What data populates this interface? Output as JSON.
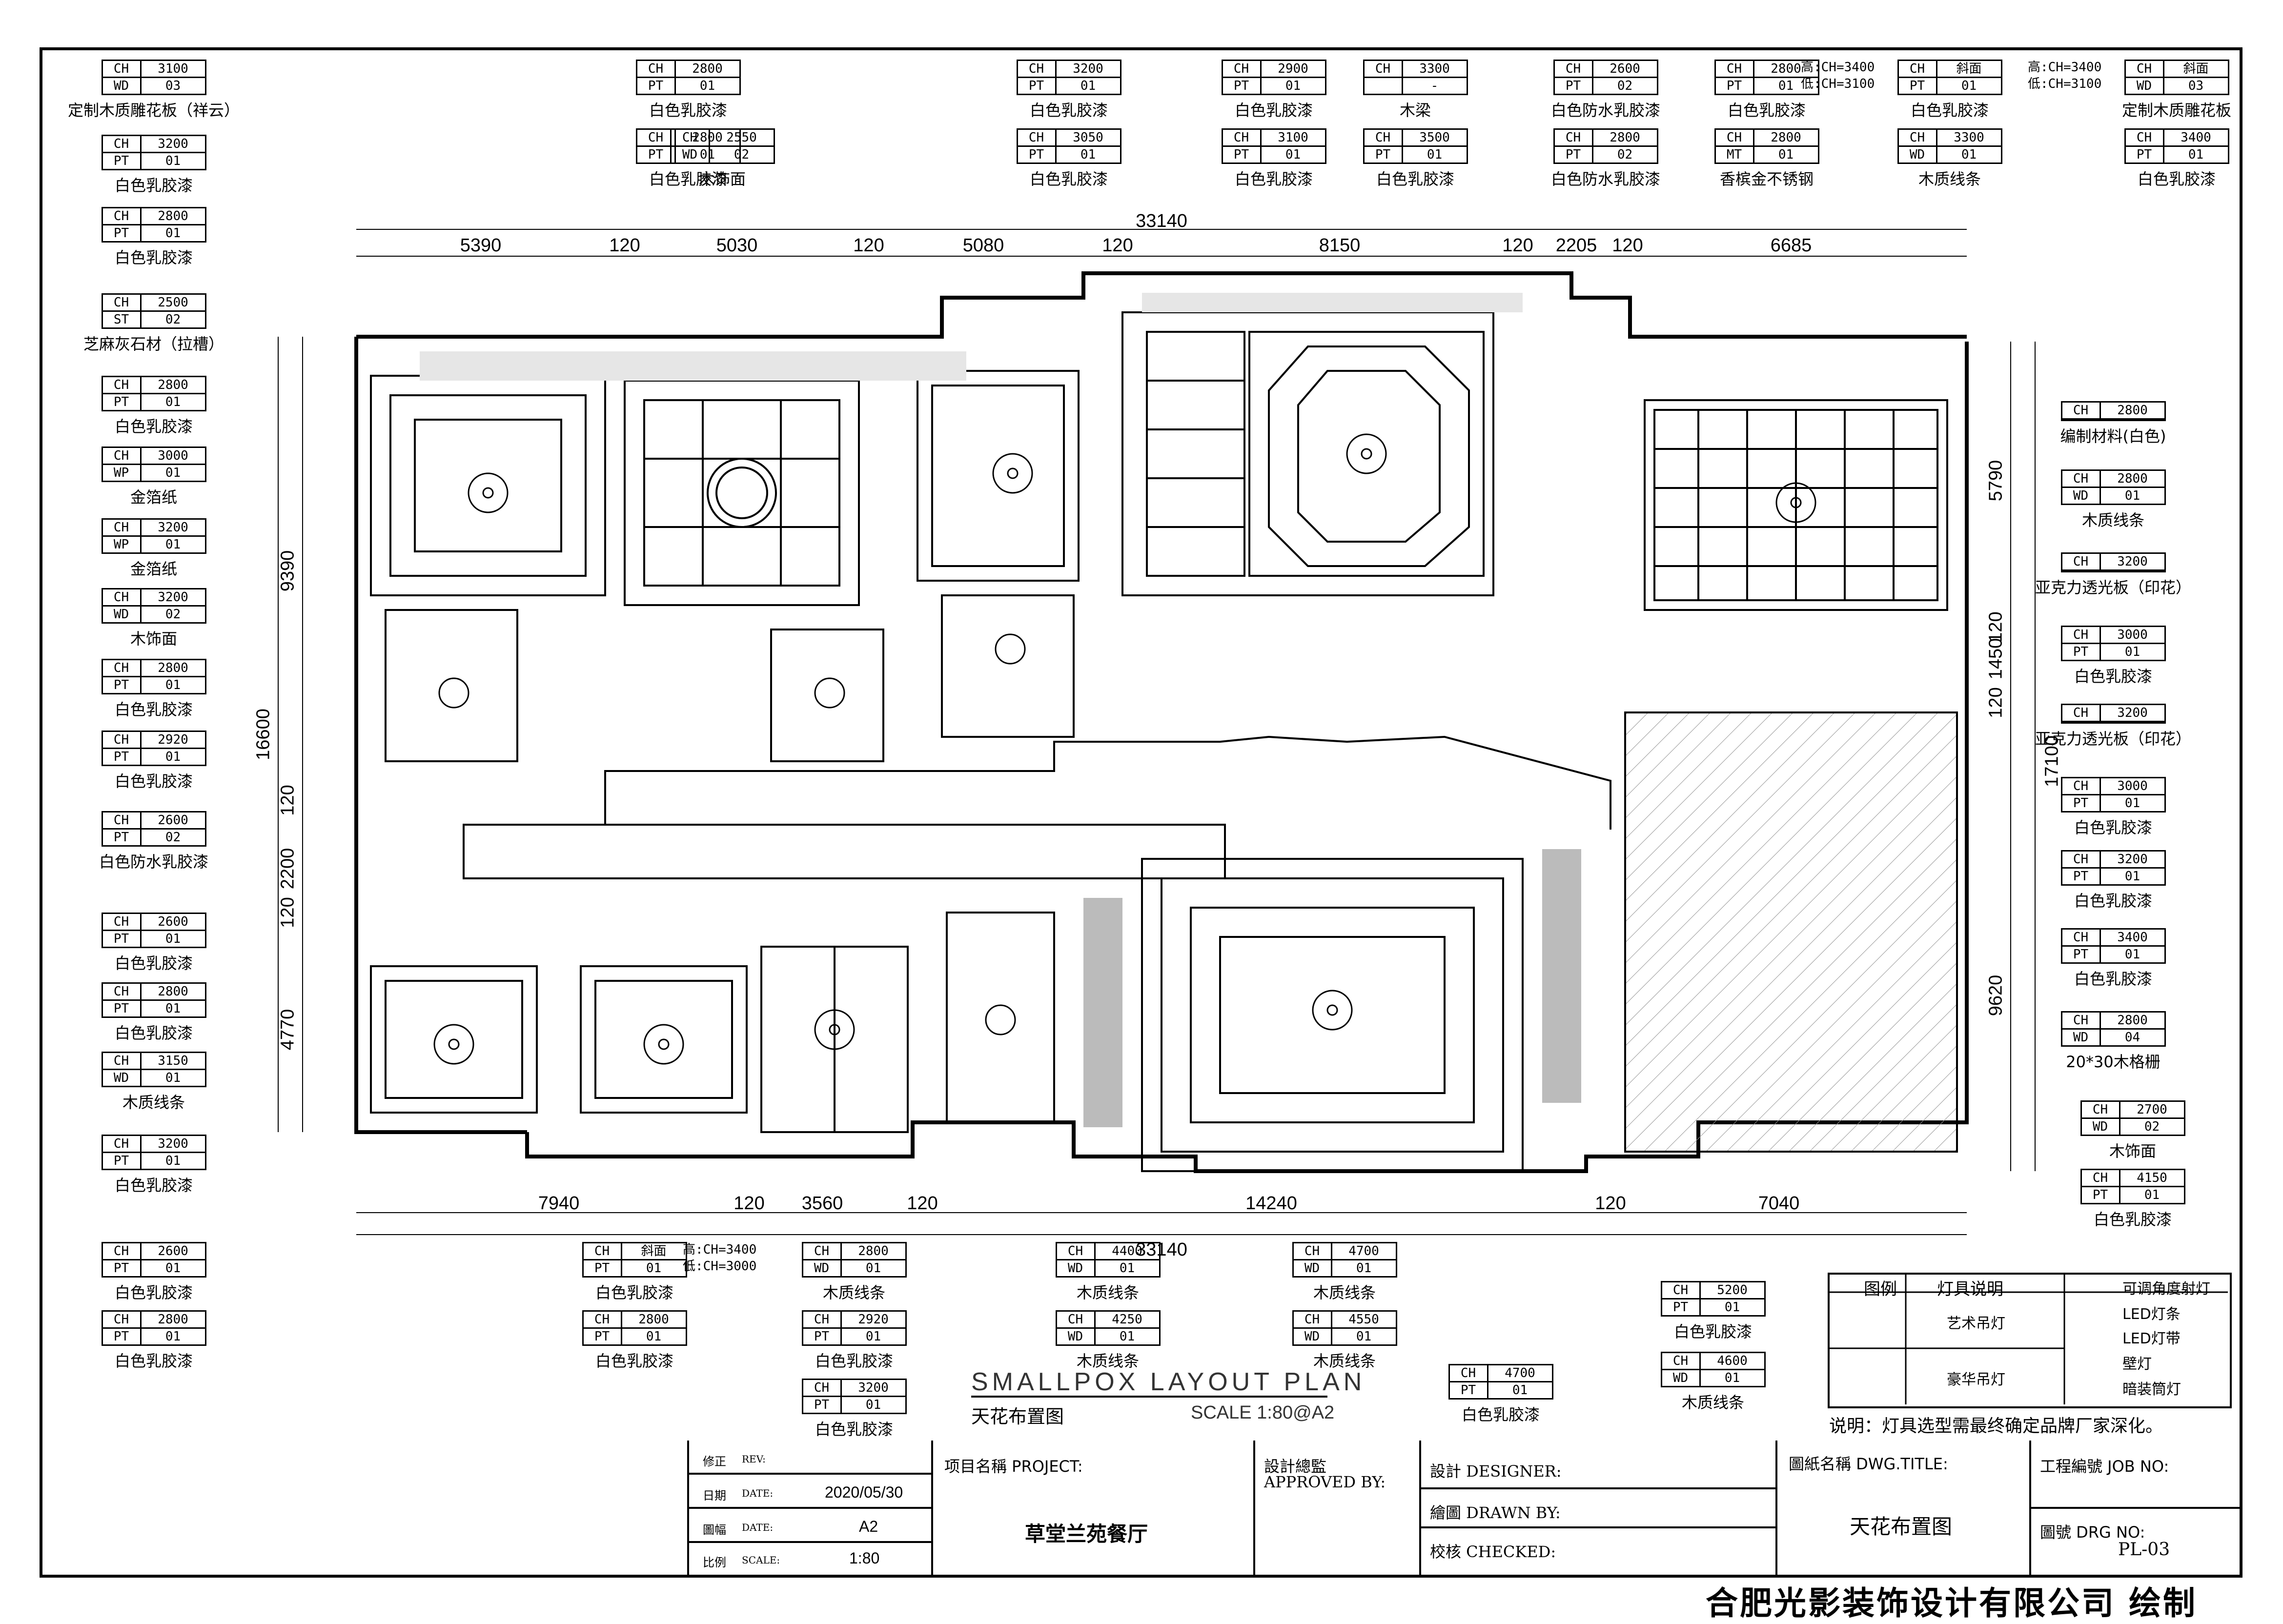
{
  "drawing": {
    "title_en": "SMALLPOX LAYOUT PLAN",
    "title_cn": "天花布置图",
    "scale": "SCALE 1:80@A2",
    "dimensions": {
      "top_total": "33140",
      "top_segments": [
        "5390",
        "120",
        "5030",
        "120",
        "5080",
        "120",
        "8150",
        "120",
        "2205",
        "120",
        "6685"
      ],
      "bottom_total": "33140",
      "bottom_segments": [
        "7940",
        "120",
        "3560",
        "120",
        "14240",
        "120",
        "7040"
      ],
      "left_total": "16600",
      "left_segments": [
        "9390",
        "120",
        "2200",
        "120",
        "4770"
      ],
      "right_total": "17100",
      "right_segments": [
        "5790",
        "120",
        "1450",
        "120",
        "9620"
      ]
    }
  },
  "tags": [
    {
      "r1": [
        "CH",
        "3100"
      ],
      "r2": [
        "WD",
        "03"
      ],
      "mat": "定制木质雕花板（祥云）"
    },
    {
      "r1": [
        "CH",
        "3200"
      ],
      "r2": [
        "PT",
        "01"
      ],
      "mat": "白色乳胶漆"
    },
    {
      "r1": [
        "CH",
        "2800"
      ],
      "r2": [
        "PT",
        "01"
      ],
      "mat": "白色乳胶漆"
    },
    {
      "r1": [
        "CH",
        "2500"
      ],
      "r2": [
        "ST",
        "02"
      ],
      "mat": "芝麻灰石材（拉槽）"
    },
    {
      "r1": [
        "CH",
        "2800"
      ],
      "r2": [
        "PT",
        "01"
      ],
      "mat": "白色乳胶漆"
    },
    {
      "r1": [
        "CH",
        "3000"
      ],
      "r2": [
        "WP",
        "01"
      ],
      "mat": "金箔纸"
    },
    {
      "r1": [
        "CH",
        "3200"
      ],
      "r2": [
        "WP",
        "01"
      ],
      "mat": "金箔纸"
    },
    {
      "r1": [
        "CH",
        "3200"
      ],
      "r2": [
        "WD",
        "02"
      ],
      "mat": "木饰面"
    },
    {
      "r1": [
        "CH",
        "2800"
      ],
      "r2": [
        "PT",
        "01"
      ],
      "mat": "白色乳胶漆"
    },
    {
      "r1": [
        "CH",
        "2920"
      ],
      "r2": [
        "PT",
        "01"
      ],
      "mat": "白色乳胶漆"
    },
    {
      "r1": [
        "CH",
        "2600"
      ],
      "r2": [
        "PT",
        "02"
      ],
      "mat": "白色防水乳胶漆"
    },
    {
      "r1": [
        "CH",
        "2600"
      ],
      "r2": [
        "PT",
        "01"
      ],
      "mat": "白色乳胶漆"
    },
    {
      "r1": [
        "CH",
        "2800"
      ],
      "r2": [
        "PT",
        "01"
      ],
      "mat": "白色乳胶漆"
    },
    {
      "r1": [
        "CH",
        "3150"
      ],
      "r2": [
        "WD",
        "01"
      ],
      "mat": "木质线条"
    },
    {
      "r1": [
        "CH",
        "3200"
      ],
      "r2": [
        "PT",
        "01"
      ],
      "mat": "白色乳胶漆"
    },
    {
      "r1": [
        "CH",
        "2600"
      ],
      "r2": [
        "PT",
        "01"
      ],
      "mat": "白色乳胶漆"
    },
    {
      "r1": [
        "CH",
        "2800"
      ],
      "r2": [
        "PT",
        "01"
      ],
      "mat": "白色乳胶漆"
    },
    {
      "r1": [
        "CH",
        "2800"
      ],
      "r2": [
        "PT",
        "01"
      ],
      "mat": "白色乳胶漆"
    },
    {
      "r1": [
        "CH",
        "2800"
      ],
      "r2": [
        "PT",
        "01"
      ],
      "mat": "白色乳胶漆"
    },
    {
      "r1": [
        "CH",
        "2550"
      ],
      "r2": [
        "WD",
        "02"
      ],
      "mat": "木饰面"
    },
    {
      "r1": [
        "CH",
        "3200"
      ],
      "r2": [
        "PT",
        "01"
      ],
      "mat": "白色乳胶漆"
    },
    {
      "r1": [
        "CH",
        "3050"
      ],
      "r2": [
        "PT",
        "01"
      ],
      "mat": "白色乳胶漆"
    },
    {
      "r1": [
        "CH",
        "2900"
      ],
      "r2": [
        "PT",
        "01"
      ],
      "mat": "白色乳胶漆"
    },
    {
      "r1": [
        "CH",
        "3100"
      ],
      "r2": [
        "PT",
        "01"
      ],
      "mat": "白色乳胶漆"
    },
    {
      "r1": [
        "CH",
        "3300"
      ],
      "r2": [
        "",
        "-"
      ],
      "mat": "木梁"
    },
    {
      "r1": [
        "CH",
        "3500"
      ],
      "r2": [
        "PT",
        "01"
      ],
      "mat": "白色乳胶漆"
    },
    {
      "r1": [
        "CH",
        "2600"
      ],
      "r2": [
        "PT",
        "02"
      ],
      "mat": "白色防水乳胶漆"
    },
    {
      "r1": [
        "CH",
        "2800"
      ],
      "r2": [
        "PT",
        "02"
      ],
      "mat": "白色防水乳胶漆"
    },
    {
      "r1": [
        "CH",
        "2800"
      ],
      "r2": [
        "PT",
        "01"
      ],
      "mat": "白色乳胶漆"
    },
    {
      "r1": [
        "CH",
        "2800"
      ],
      "r2": [
        "MT",
        "01"
      ],
      "mat": "香槟金不锈钢"
    },
    {
      "r1": [
        "CH",
        "斜面"
      ],
      "r2": [
        "PT",
        "01"
      ],
      "mat": "白色乳胶漆",
      "pre1": "高:CH=3400",
      "pre2": "低:CH=3100"
    },
    {
      "r1": [
        "CH",
        "3300"
      ],
      "r2": [
        "WD",
        "01"
      ],
      "mat": "木质线条"
    },
    {
      "r1": [
        "CH",
        "斜面"
      ],
      "r2": [
        "WD",
        "03"
      ],
      "mat": "定制木质雕花板",
      "pre1": "高:CH=3400",
      "pre2": "低:CH=3100"
    },
    {
      "r1": [
        "CH",
        "3400"
      ],
      "r2": [
        "PT",
        "01"
      ],
      "mat": "白色乳胶漆"
    },
    {
      "r1": [
        "CH",
        "2800"
      ],
      "r2": [
        "",
        ""
      ],
      "mat": "编制材料(白色)"
    },
    {
      "r1": [
        "CH",
        "2800"
      ],
      "r2": [
        "WD",
        "01"
      ],
      "mat": "木质线条"
    },
    {
      "r1": [
        "CH",
        "3200"
      ],
      "r2": [
        "",
        ""
      ],
      "mat": "亚克力透光板（印花）"
    },
    {
      "r1": [
        "CH",
        "3000"
      ],
      "r2": [
        "PT",
        "01"
      ],
      "mat": "白色乳胶漆"
    },
    {
      "r1": [
        "CH",
        "3200"
      ],
      "r2": [
        "",
        ""
      ],
      "mat": "亚克力透光板（印花）"
    },
    {
      "r1": [
        "CH",
        "3000"
      ],
      "r2": [
        "PT",
        "01"
      ],
      "mat": "白色乳胶漆"
    },
    {
      "r1": [
        "CH",
        "3200"
      ],
      "r2": [
        "PT",
        "01"
      ],
      "mat": "白色乳胶漆"
    },
    {
      "r1": [
        "CH",
        "3400"
      ],
      "r2": [
        "PT",
        "01"
      ],
      "mat": "白色乳胶漆"
    },
    {
      "r1": [
        "CH",
        "2800"
      ],
      "r2": [
        "WD",
        "04"
      ],
      "mat": "20*30木格栅"
    },
    {
      "r1": [
        "CH",
        "2700"
      ],
      "r2": [
        "WD",
        "02"
      ],
      "mat": "木饰面"
    },
    {
      "r1": [
        "CH",
        "4150"
      ],
      "r2": [
        "PT",
        "01"
      ],
      "mat": "白色乳胶漆"
    },
    {
      "r1": [
        "CH",
        "斜面"
      ],
      "r2": [
        "PT",
        "01"
      ],
      "mat": "白色乳胶漆",
      "post1": "高:CH=3400",
      "post2": "低:CH=3000"
    },
    {
      "r1": [
        "CH",
        "2800"
      ],
      "r2": [
        "PT",
        "01"
      ],
      "mat": "白色乳胶漆"
    },
    {
      "r1": [
        "CH",
        "2800"
      ],
      "r2": [
        "WD",
        "01"
      ],
      "mat": "木质线条"
    },
    {
      "r1": [
        "CH",
        "2920"
      ],
      "r2": [
        "PT",
        "01"
      ],
      "mat": "白色乳胶漆"
    },
    {
      "r1": [
        "CH",
        "3200"
      ],
      "r2": [
        "PT",
        "01"
      ],
      "mat": "白色乳胶漆"
    },
    {
      "r1": [
        "CH",
        "4400"
      ],
      "r2": [
        "WD",
        "01"
      ],
      "mat": "木质线条"
    },
    {
      "r1": [
        "CH",
        "4250"
      ],
      "r2": [
        "WD",
        "01"
      ],
      "mat": "木质线条"
    },
    {
      "r1": [
        "CH",
        "4700"
      ],
      "r2": [
        "WD",
        "01"
      ],
      "mat": "木质线条"
    },
    {
      "r1": [
        "CH",
        "4550"
      ],
      "r2": [
        "WD",
        "01"
      ],
      "mat": "木质线条"
    },
    {
      "r1": [
        "CH",
        "4700"
      ],
      "r2": [
        "PT",
        "01"
      ],
      "mat": "白色乳胶漆"
    },
    {
      "r1": [
        "CH",
        "5200"
      ],
      "r2": [
        "PT",
        "01"
      ],
      "mat": "白色乳胶漆"
    },
    {
      "r1": [
        "CH",
        "4600"
      ],
      "r2": [
        "WD",
        "01"
      ],
      "mat": "木质线条"
    }
  ],
  "legend": {
    "col_symbol": "图例",
    "col_desc": "灯具说明",
    "items": [
      "艺术吊灯",
      "豪华吊灯",
      "可调角度射灯",
      "LED灯条",
      "LED灯带",
      "壁灯",
      "暗装筒灯"
    ],
    "note": "说明：灯具选型需最终确定品牌厂家深化。"
  },
  "title_block": {
    "rev_label": "修正",
    "rev_en": "REV:",
    "date_label": "日期",
    "date_en": "DATE:",
    "date": "2020/05/30",
    "size_label": "圖幅",
    "size_en": "DATE:",
    "size": "A2",
    "scale_label": "比例",
    "scale_en": "SCALE:",
    "scale": "1:80",
    "project_label": "项目名稱 PROJECT:",
    "project": "草堂兰苑餐厅",
    "approved_label": "設計總監",
    "approved_en": "APPROVED BY:",
    "designer_label": "設計 DESIGNER:",
    "drawn_label": "繪圖 DRAWN BY:",
    "checked_label": "校核 CHECKED:",
    "dwg_title_label": "圖紙名稱 DWG.TITLE:",
    "dwg_title": "天花布置图",
    "job_label": "工程編號 JOB NO:",
    "dwg_no_label": "圖號 DRG NO:",
    "dwg_no": "PL-03"
  },
  "company": "合肥光影装饰设计有限公司  绘制"
}
